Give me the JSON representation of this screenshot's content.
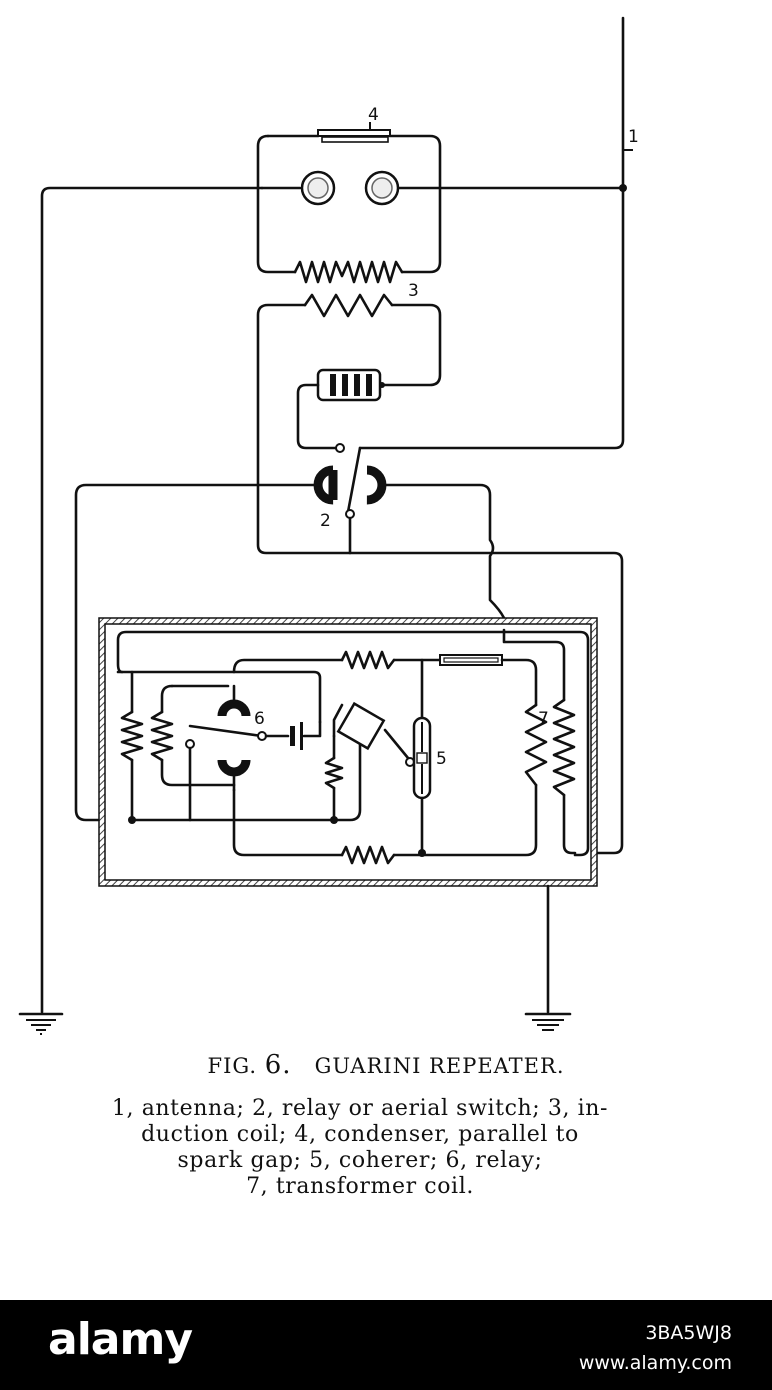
{
  "diagram": {
    "labels": {
      "antenna": "1",
      "relay_switch": "2",
      "induction_coil": "3",
      "condenser": "4",
      "coherer": "5",
      "relay": "6",
      "transformer": "7"
    }
  },
  "caption": {
    "fig_prefix": "FIG.",
    "fig_number": "6.",
    "title": "GUARINI REPEATER.",
    "lines": [
      "1, antenna; 2, relay or aerial switch; 3, in-",
      "duction coil; 4, condenser, parallel to",
      "spark gap; 5, coherer; 6, relay;",
      "7, transformer coil."
    ]
  },
  "footer": {
    "brand": "alamy",
    "image_code": "3BA5WJ8",
    "url": "www.alamy.com"
  },
  "colors": {
    "ink": "#111111",
    "paper": "#ffffff",
    "footer_bg": "#000000"
  }
}
